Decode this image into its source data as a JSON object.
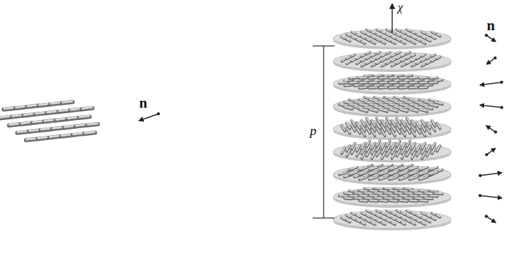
{
  "diagram": {
    "labels": [
      "n",
      "χ",
      "p",
      "n"
    ]
  }
}
